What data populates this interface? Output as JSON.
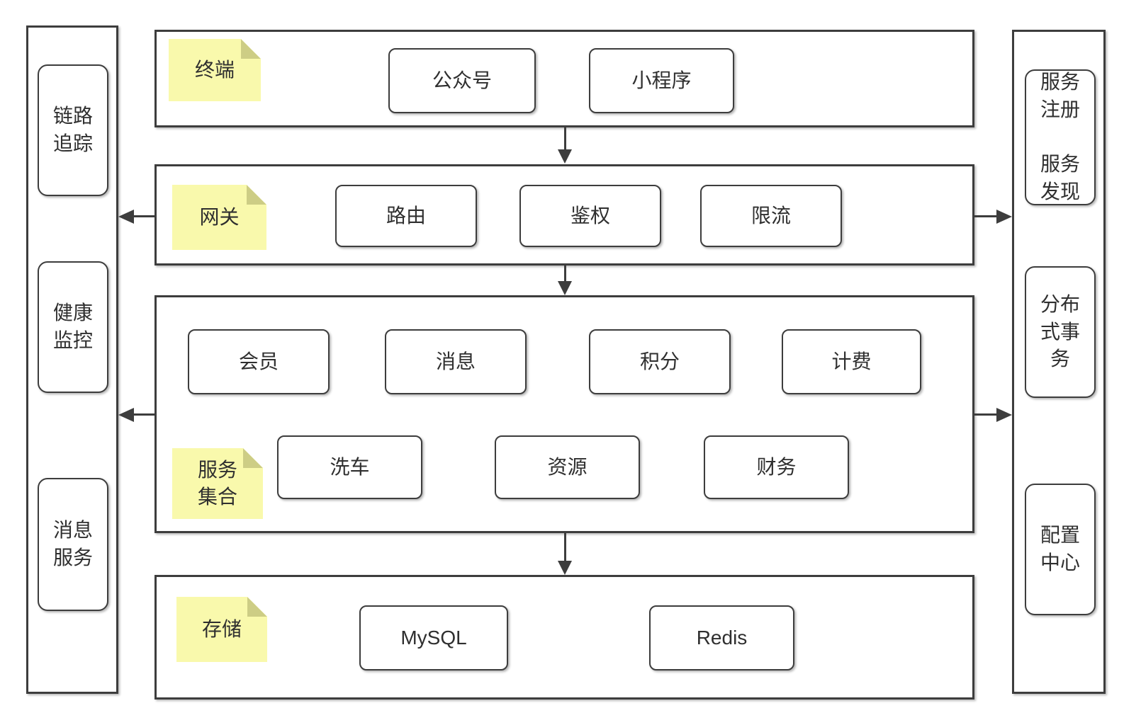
{
  "colors": {
    "border": "#3d3d3d",
    "note_fill": "#f9f9ac",
    "note_fold": "#cdcd85",
    "text": "#2f2f2f",
    "bg": "#ffffff"
  },
  "left_sidebar": {
    "items": [
      {
        "label": "链路\n追踪"
      },
      {
        "label": "健康\n监控"
      },
      {
        "label": "消息\n服务"
      }
    ]
  },
  "right_sidebar": {
    "items": [
      {
        "label": "服务\n注册\n\n服务\n发现"
      },
      {
        "label": "分布\n式事\n务"
      },
      {
        "label": "配置\n中心"
      }
    ]
  },
  "rows": {
    "terminal": {
      "note": "终端",
      "boxes": [
        "公众号",
        "小程序"
      ]
    },
    "gateway": {
      "note": "网关",
      "boxes": [
        "路由",
        "鉴权",
        "限流"
      ]
    },
    "services": {
      "note": "服务\n集合",
      "boxes_top": [
        "会员",
        "消息",
        "积分",
        "计费"
      ],
      "boxes_bottom": [
        "洗车",
        "资源",
        "财务"
      ]
    },
    "storage": {
      "note": "存储",
      "boxes": [
        "MySQL",
        "Redis"
      ]
    }
  }
}
